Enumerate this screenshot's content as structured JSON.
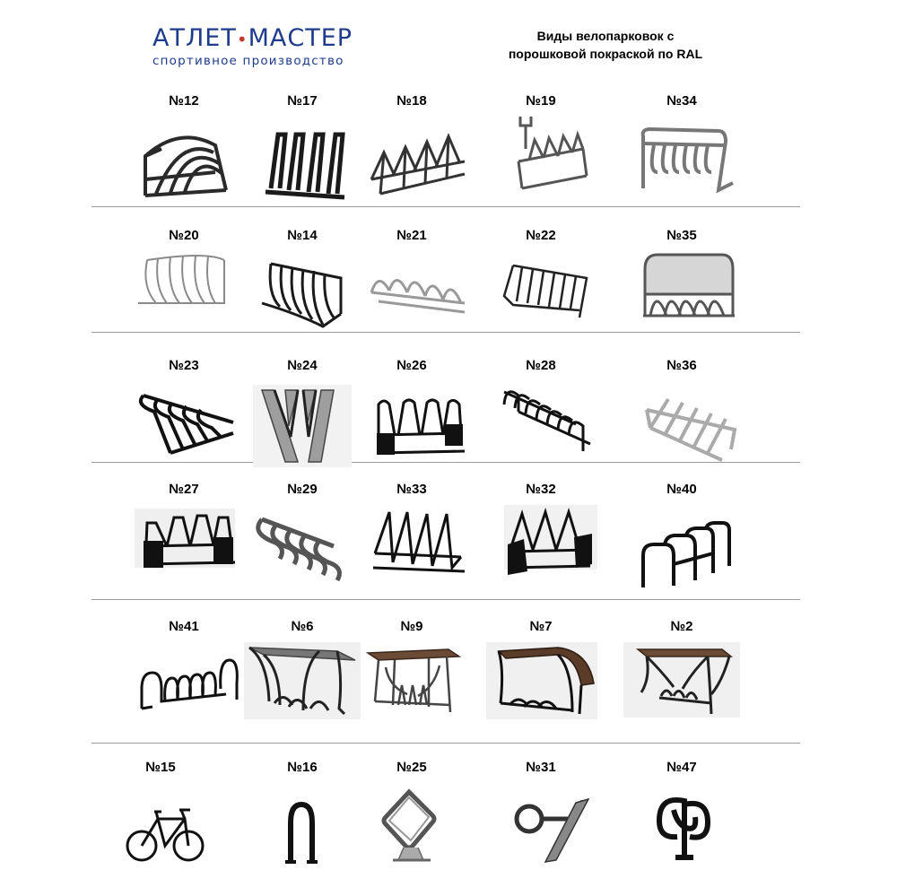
{
  "logo": {
    "brand_left": "АТЛЕТ",
    "brand_right": "МАСТЕР",
    "tagline": "спортивное производство"
  },
  "heading": {
    "line1": "Виды велопарковок с",
    "line2": "порошковой покраской по RAL"
  },
  "rows": [
    {
      "items": [
        {
          "label": "№12",
          "icon": "arch-shelter-rack"
        },
        {
          "label": "№17",
          "icon": "vertical-slot-rack"
        },
        {
          "label": "№18",
          "icon": "triangle-rack"
        },
        {
          "label": "№19",
          "icon": "triangle-rack-with-sign"
        },
        {
          "label": "№34",
          "icon": "hanging-hook-rack"
        }
      ]
    },
    {
      "items": [
        {
          "label": "№20",
          "icon": "arch-wire-rack"
        },
        {
          "label": "№14",
          "icon": "curved-wire-rack"
        },
        {
          "label": "№21",
          "icon": "low-loop-rack"
        },
        {
          "label": "№22",
          "icon": "wire-panel-rack"
        },
        {
          "label": "№35",
          "icon": "panel-back-rack"
        }
      ]
    },
    {
      "items": [
        {
          "label": "№23",
          "icon": "spiral-rack"
        },
        {
          "label": "№24",
          "icon": "steel-plate-rack"
        },
        {
          "label": "№26",
          "icon": "frame-triangle-rack"
        },
        {
          "label": "№28",
          "icon": "tunnel-hoop-rack"
        },
        {
          "label": "№36",
          "icon": "diagonal-rack"
        }
      ]
    },
    {
      "items": [
        {
          "label": "№27",
          "icon": "trapezoid-rack"
        },
        {
          "label": "№29",
          "icon": "coil-rack"
        },
        {
          "label": "№33",
          "icon": "diamond-frame-rack"
        },
        {
          "label": "№32",
          "icon": "triangle-panel-rack"
        },
        {
          "label": "№40",
          "icon": "u-hoop-row"
        }
      ]
    },
    {
      "items": [
        {
          "label": "№41",
          "icon": "loop-rack"
        },
        {
          "label": "№6",
          "icon": "canopy-shelter"
        },
        {
          "label": "№9",
          "icon": "flat-canopy-shelter"
        },
        {
          "label": "№7",
          "icon": "curved-canopy-shelter"
        },
        {
          "label": "№2",
          "icon": "gothic-canopy-shelter"
        }
      ]
    },
    {
      "items": [
        {
          "label": "№15",
          "icon": "bicycle-shape-stand"
        },
        {
          "label": "№16",
          "icon": "u-stand"
        },
        {
          "label": "№25",
          "icon": "square-loop-stand"
        },
        {
          "label": "№31",
          "icon": "ring-post-stand"
        },
        {
          "label": "№47",
          "icon": "spiral-stand"
        }
      ]
    }
  ],
  "colors": {
    "brand": "#1f3b8c",
    "accent": "#c0392b",
    "divider": "#9a9a9a"
  }
}
